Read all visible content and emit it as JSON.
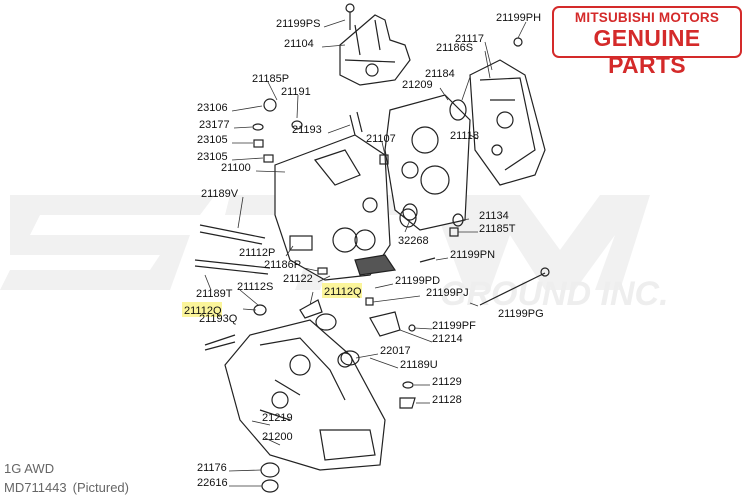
{
  "brand": {
    "line1": "MITSUBISHI MOTORS",
    "line2": "GENUINE PARTS",
    "color": "#d42a2a"
  },
  "watermark": {
    "text": "GROUND INC.",
    "color": "#eeeeee"
  },
  "caption": {
    "model": "1G AWD",
    "part_number": "MD711443",
    "note": "(Pictured)"
  },
  "highlight_color": "#fbf59b",
  "parts": [
    {
      "id": "p21199PS",
      "label": "21199PS"
    },
    {
      "id": "p21104",
      "label": "21104"
    },
    {
      "id": "p21199PH",
      "label": "21199PH"
    },
    {
      "id": "p21117",
      "label": "21117"
    },
    {
      "id": "p21186S",
      "label": "21186S"
    },
    {
      "id": "p21185P",
      "label": "21185P"
    },
    {
      "id": "p21184",
      "label": "21184"
    },
    {
      "id": "p21209",
      "label": "21209"
    },
    {
      "id": "p21191",
      "label": "21191"
    },
    {
      "id": "p23106",
      "label": "23106"
    },
    {
      "id": "p23177",
      "label": "23177"
    },
    {
      "id": "p21193",
      "label": "21193"
    },
    {
      "id": "p21107",
      "label": "21107"
    },
    {
      "id": "p21118",
      "label": "21118"
    },
    {
      "id": "p23105a",
      "label": "23105"
    },
    {
      "id": "p23105b",
      "label": "23105"
    },
    {
      "id": "p21100",
      "label": "21100"
    },
    {
      "id": "p21189V",
      "label": "21189V"
    },
    {
      "id": "p21134",
      "label": "21134"
    },
    {
      "id": "p21185T",
      "label": "21185T"
    },
    {
      "id": "p32268",
      "label": "32268"
    },
    {
      "id": "p21112P",
      "label": "21112P"
    },
    {
      "id": "p21199PN",
      "label": "21199PN"
    },
    {
      "id": "p21186P",
      "label": "21186P"
    },
    {
      "id": "p21122",
      "label": "21122"
    },
    {
      "id": "p21199PD",
      "label": "21199PD"
    },
    {
      "id": "p21189T",
      "label": "21189T"
    },
    {
      "id": "p21112S",
      "label": "21112S"
    },
    {
      "id": "p21112Qa",
      "label": "21112Q",
      "highlight": true
    },
    {
      "id": "p21199PJ",
      "label": "21199PJ"
    },
    {
      "id": "p21112Qb",
      "label": "21112Q",
      "highlight": true
    },
    {
      "id": "p21193Q",
      "label": "21193Q"
    },
    {
      "id": "p21199PG",
      "label": "21199PG"
    },
    {
      "id": "p21199PF",
      "label": "21199PF"
    },
    {
      "id": "p21214",
      "label": "21214"
    },
    {
      "id": "p22017",
      "label": "22017"
    },
    {
      "id": "p21189U",
      "label": "21189U"
    },
    {
      "id": "p21129",
      "label": "21129"
    },
    {
      "id": "p21128",
      "label": "21128"
    },
    {
      "id": "p21219",
      "label": "21219"
    },
    {
      "id": "p21200",
      "label": "21200"
    },
    {
      "id": "p21176",
      "label": "21176"
    },
    {
      "id": "p22616",
      "label": "22616"
    }
  ]
}
